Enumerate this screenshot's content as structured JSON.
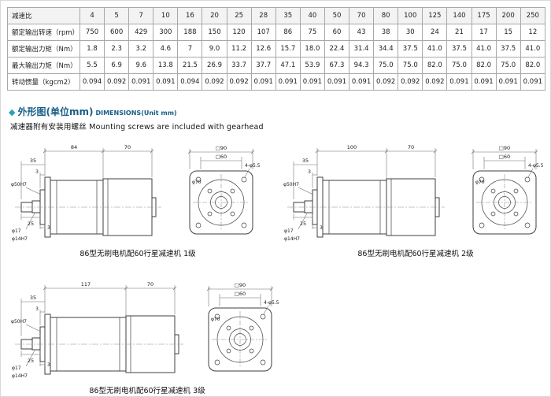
{
  "colors": {
    "section_title": "#185e86",
    "diamond_bullet": "#2aa0bc",
    "table_border": "#a8a8a8"
  },
  "table": {
    "rows": [
      {
        "label": "减速比",
        "values": [
          "4",
          "5",
          "7",
          "10",
          "16",
          "20",
          "25",
          "28",
          "35",
          "40",
          "50",
          "70",
          "80",
          "100",
          "125",
          "140",
          "175",
          "200",
          "250"
        ]
      },
      {
        "label": "额定输出转速（rpm）",
        "values": [
          "750",
          "600",
          "429",
          "300",
          "188",
          "150",
          "120",
          "107",
          "86",
          "75",
          "60",
          "43",
          "38",
          "30",
          "24",
          "21",
          "17",
          "15",
          "12"
        ]
      },
      {
        "label": "额定输出力矩（Nm）",
        "values": [
          "1.8",
          "2.3",
          "3.2",
          "4.6",
          "7",
          "9.0",
          "11.2",
          "12.6",
          "15.7",
          "18.0",
          "22.4",
          "31.4",
          "34.4",
          "37.5",
          "41.0",
          "37.5",
          "41.0",
          "37.5",
          "41.0"
        ]
      },
      {
        "label": "最大输出力矩（Nm）",
        "values": [
          "5.5",
          "6.9",
          "9.6",
          "13.8",
          "21.5",
          "26.9",
          "33.7",
          "37.7",
          "47.1",
          "53.9",
          "67.3",
          "94.3",
          "75.0",
          "75.0",
          "82.0",
          "75.0",
          "82.0",
          "75.0",
          "82.0"
        ]
      },
      {
        "label": "转动惯量（kgcm2）",
        "values": [
          "0.094",
          "0.092",
          "0.091",
          "0.091",
          "0.094",
          "0.092",
          "0.092",
          "0.091",
          "0.091",
          "0.091",
          "0.091",
          "0.091",
          "0.092",
          "0.092",
          "0.092",
          "0.091",
          "0.091",
          "0.091",
          "0.091"
        ]
      }
    ]
  },
  "section": {
    "bullet": "◆",
    "title_cn": "外形图(单位mm)",
    "title_en": "DIMENSIONS(Unit mm)",
    "note_cn": "减速器附有安装用螺丝",
    "note_en": "Mounting screws are included with gearhead"
  },
  "drawings": [
    {
      "caption": "86型无刷电机配60行星减速机 1级",
      "dims": {
        "body_len": "84",
        "motor_len": "70",
        "d35": "35",
        "d3a": "3",
        "d25": "25",
        "d3b": "3",
        "pilot": "φ50H7",
        "shaft1": "φ17",
        "shaft2": "φ14H7"
      },
      "front": {
        "outer": "□90",
        "inner": "□60",
        "circle": "φ70",
        "holes": "4-φ5.5"
      }
    },
    {
      "caption": "86型无刷电机配60行星减速机 2级",
      "dims": {
        "body_len": "100",
        "motor_len": "70",
        "d35": "35",
        "d3a": "3",
        "d25": "25",
        "d3b": "3",
        "pilot": "φ50H7",
        "shaft1": "φ17",
        "shaft2": "φ14H7"
      },
      "front": {
        "outer": "□90",
        "inner": "□60",
        "circle": "φ70",
        "holes": "4-φ5.5"
      }
    },
    {
      "caption": "86型无刷电机配60行星减速机 3级",
      "dims": {
        "body_len": "117",
        "motor_len": "70",
        "d35": "35",
        "d3a": "3",
        "d25": "25",
        "d3b": "3",
        "pilot": "φ50H7",
        "shaft1": "φ17",
        "shaft2": "φ14H7"
      },
      "front": {
        "outer": "□90",
        "inner": "□60",
        "circle": "φ70",
        "holes": "4-φ5.5"
      }
    }
  ]
}
